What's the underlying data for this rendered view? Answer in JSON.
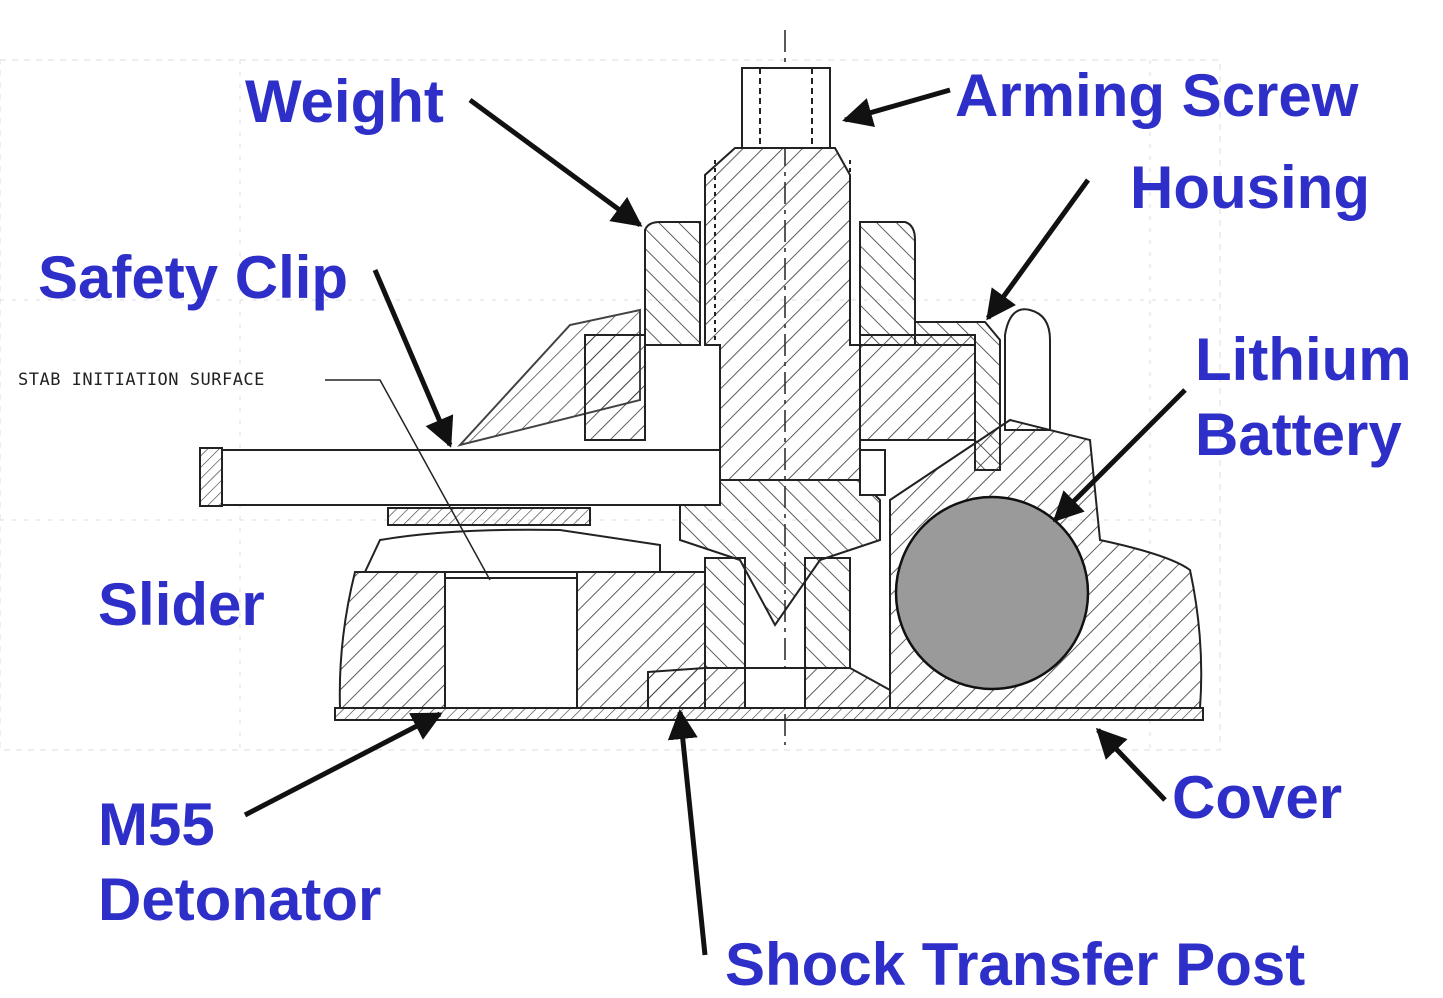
{
  "labels": {
    "weight": "Weight",
    "arming_screw": "Arming Screw",
    "housing": "Housing",
    "safety_clip": "Safety Clip",
    "lithium": "Lithium",
    "battery": "Battery",
    "slider": "Slider",
    "m55": "M55",
    "detonator": "Detonator",
    "cover": "Cover",
    "shock_transfer_post": "Shock Transfer Post"
  },
  "drawing_note": "STAB INITIATION SURFACE",
  "colors": {
    "label": "#2e2ec8",
    "line": "#1a1a1a",
    "battery_fill": "#9a9a9a"
  }
}
